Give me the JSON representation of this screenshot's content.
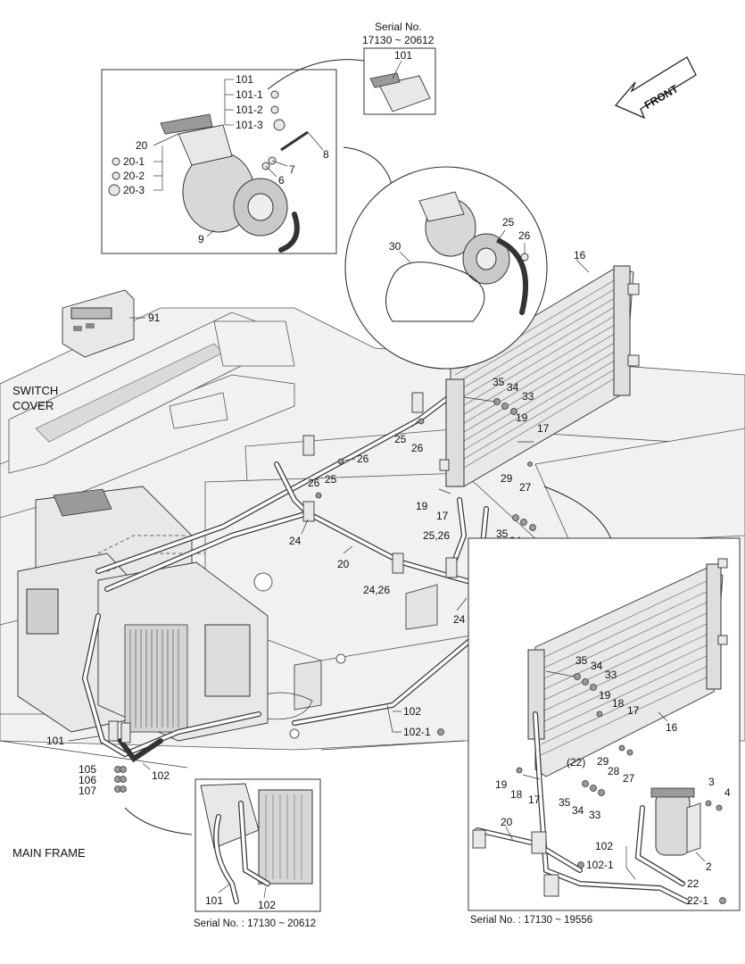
{
  "diagram": {
    "front_arrow_label": "FRONT",
    "insets": {
      "top_serial": {
        "label": "Serial No.",
        "range": "17130 ~ 20612",
        "part": "101"
      },
      "bottom_serial_left": "Serial No. : 17130 ~ 20612",
      "bottom_serial_right": "Serial No. : 17130 ~ 19556"
    },
    "captions": {
      "switch_cover_line1": "SWITCH",
      "switch_cover_line2": "COVER",
      "main_frame": "MAIN FRAME"
    },
    "compressor_box_labels": [
      "101",
      "101-1",
      "101-2",
      "101-3",
      "20",
      "20-1",
      "20-2",
      "20-3",
      "8",
      "7",
      "6",
      "9"
    ],
    "circle_detail_labels": [
      "30",
      "25",
      "26"
    ],
    "main_labels": [
      "16",
      "91",
      "35",
      "34",
      "33",
      "19",
      "17",
      "25",
      "26",
      "26",
      "25",
      "29",
      "27",
      "26",
      "19",
      "17",
      "24",
      "35",
      "34",
      "33",
      "25,26",
      "20",
      "26",
      "24,26",
      "24",
      "102",
      "102-1",
      "101",
      "102",
      "105",
      "106",
      "107"
    ],
    "left_inset_labels": [
      "101",
      "102"
    ],
    "right_inset_labels": [
      "35",
      "34",
      "33",
      "19",
      "18",
      "17",
      "16",
      "29",
      "28",
      "27",
      "(22)",
      "19",
      "18",
      "17",
      "35",
      "34",
      "33",
      "20",
      "3",
      "4",
      "102",
      "102-1",
      "2",
      "22",
      "22-1"
    ]
  }
}
